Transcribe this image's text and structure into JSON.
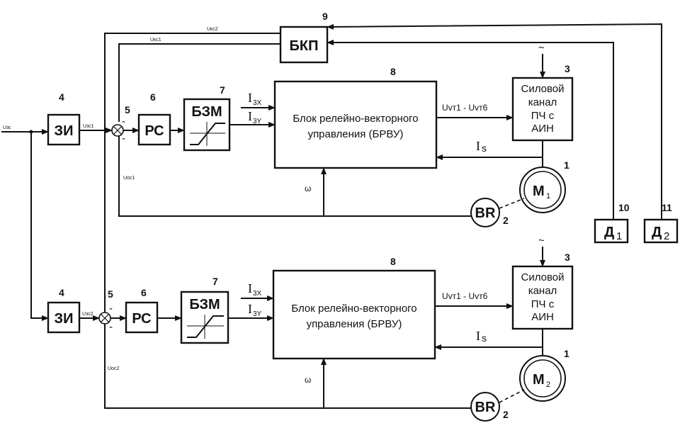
{
  "blocks": {
    "zi": "ЗИ",
    "rs": "РС",
    "bzm": "БЗМ",
    "brvu_line1": "Блок релейно-векторного",
    "brvu_line2": "управления (БРВУ)",
    "power_line1": "Силовой",
    "power_line2": "канал",
    "power_line3": "ПЧ с",
    "power_line4": "АИН",
    "bkp": "БКП",
    "br": "BR",
    "m1": "M",
    "m1_sub": "1",
    "m2": "M",
    "m2_sub": "2",
    "d1": "Д",
    "d1_sub": "1",
    "d2": "Д",
    "d2_sub": "2"
  },
  "signals": {
    "i3x": "I",
    "i3x_sub": "3X",
    "i3y": "I",
    "i3y_sub": "3Y",
    "uvt": "Uvт1 - Uvт6",
    "is": "I",
    "is_sub": "s",
    "omega": "ω",
    "uzs": "Uзс",
    "uzc1": "Uзс1",
    "uzc2": "Uзс2",
    "uoc1": "Uос1",
    "uoc2": "Uос2",
    "ukc1": "Uкс1",
    "ukc2": "Uкс2",
    "ac": "~"
  },
  "numbers": {
    "n1": "1",
    "n2": "2",
    "n3": "3",
    "n4": "4",
    "n5": "5",
    "n6": "6",
    "n7": "7",
    "n8": "8",
    "n9": "9",
    "n10": "10",
    "n11": "11"
  }
}
